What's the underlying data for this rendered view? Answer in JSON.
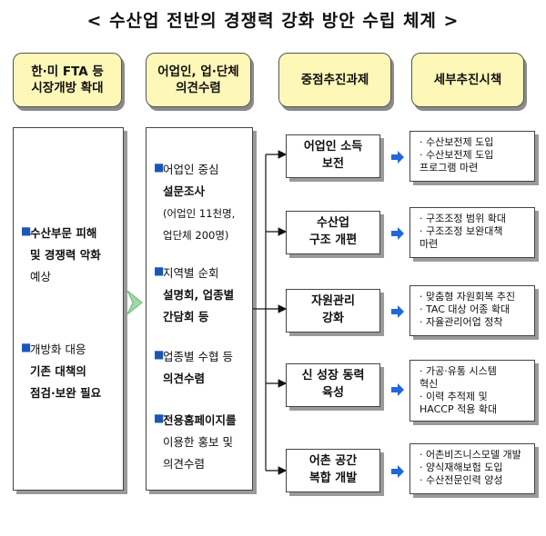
{
  "title": "< 수산업 전반의 경쟁력 강화 방안 수립 체계 >",
  "headers": [
    [
      "한·미 FTA 등",
      "시장개방 확대"
    ],
    [
      "어업인, 업·단체",
      "의견수렴"
    ],
    [
      "중점추진과제"
    ],
    [
      "세부추진시책"
    ]
  ],
  "col1": {
    "item1": [
      "수산부문 피해",
      "및 경쟁력 악화",
      "예상"
    ],
    "item2": [
      "개방화 대응",
      "기존 대책의",
      "점검·보완 필요"
    ]
  },
  "col2": {
    "item1": [
      "어업인 중심",
      "설문조사",
      "(어업인 11천명,",
      "업단체 200명)"
    ],
    "item2": [
      "지역별 순회",
      "설명회, 업종별",
      "간담회 등"
    ],
    "item3": [
      "업종별 수협 등",
      "의견수렴"
    ],
    "item4": [
      "전용홈페이지를",
      "이용한 홍보 및",
      "의견수렴"
    ]
  },
  "tasks": [
    [
      "어업인 소득",
      "보전"
    ],
    [
      "수산업",
      "구조 개편"
    ],
    [
      "자원관리",
      "강화"
    ],
    [
      "신 성장 동력",
      "육성"
    ],
    [
      "어촌 공간",
      "복합 개발"
    ]
  ],
  "details": [
    [
      "· 수산보전제 도입",
      "· 수산보전제 도입",
      "  프로그램 마련"
    ],
    [
      "· 구조조정 범위 확대",
      "· 구조조정 보완대책",
      "  마련"
    ],
    [
      "· 맞춤형 자원회복 추진",
      "· TAC 대상 어종 확대",
      "· 자율관리어업 정착"
    ],
    [
      "· 가공·유통 시스템",
      "  혁신",
      "· 이력 추적제 및",
      "  HACCP 적용 확대"
    ],
    [
      "· 어촌비즈니스모델 개발",
      "· 양식재해보험 도입",
      "· 수산전문인력 양성"
    ]
  ],
  "colors": {
    "header_fill": "#fdf7b8",
    "bullet": "#1a56b8",
    "arrow_blue": "#2266dd",
    "arrow_green": "#9fd9a6"
  }
}
